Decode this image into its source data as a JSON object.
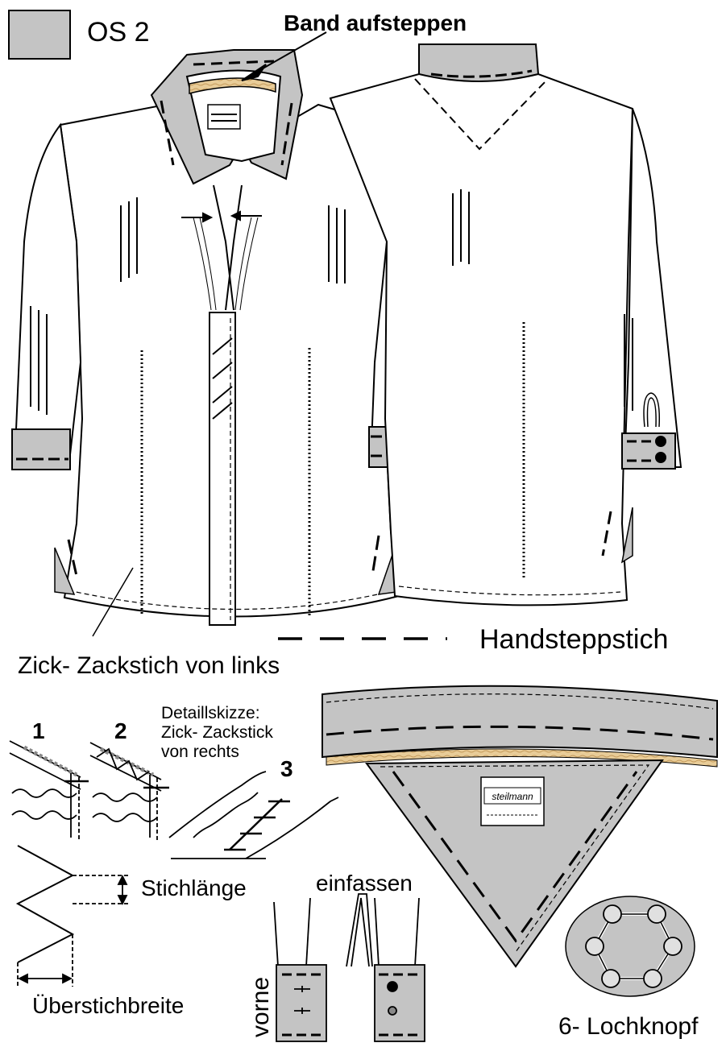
{
  "colors": {
    "fabric": "#ffffff",
    "contrast": "#c4c4c4",
    "band": "#e8cc98",
    "stitch": "#000000"
  },
  "legend": {
    "label": "OS 2"
  },
  "labels": {
    "band_aufsteppen": "Band aufsteppen",
    "handsteppstich": "Handsteppstich",
    "zickzack_links": "Zick- Zackstich von links",
    "detail_1": "Detaillskizze:",
    "detail_2": "Zick- Zackstick",
    "detail_3": "von rechts",
    "stichlaenge": "Stichlänge",
    "ueberstichbreite": "Überstichbreite",
    "einfassen": "einfassen",
    "vorne": "vorne",
    "lochknopf": "6- Lochknopf",
    "brand": "steilmann",
    "step_1": "1",
    "step_2": "2",
    "step_3": "3"
  }
}
